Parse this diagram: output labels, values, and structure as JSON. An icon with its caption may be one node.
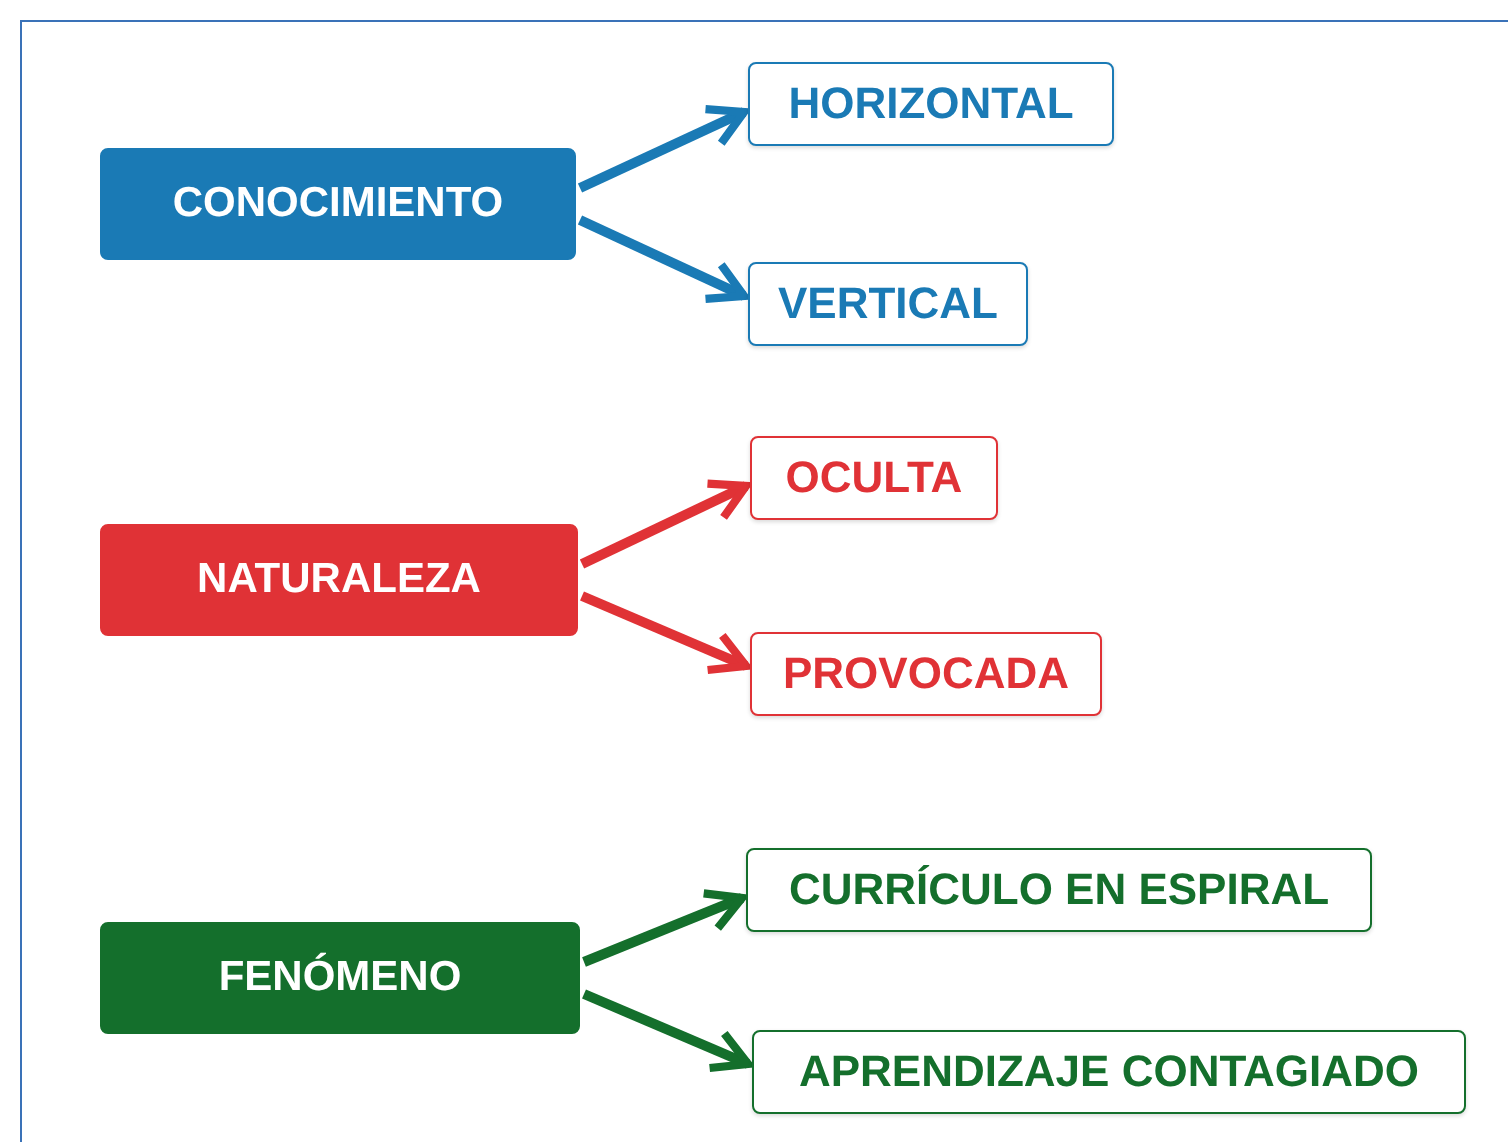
{
  "diagram": {
    "nodes": [
      {
        "text": [
          "CONOCIMIENTO"
        ]
      },
      {
        "text": [
          "HORIZONTAL"
        ]
      },
      {
        "text": [
          "VERTICAL"
        ]
      },
      {
        "text": [
          "NATURALEZA"
        ]
      },
      {
        "text": [
          "OCULTA"
        ]
      },
      {
        "text": [
          "PROVOCADA"
        ]
      },
      {
        "text": [
          "FENÓMENO"
        ]
      },
      {
        "text": [
          "CURRÍCULO EN ESPIRAL"
        ]
      },
      {
        "text": [
          "APRENDIZAJE CONTAGIADO"
        ]
      }
    ],
    "edges": [
      {
        "from": 0,
        "to": 1,
        "arrow": "to",
        "color": "#1a7ab5"
      },
      {
        "from": 0,
        "to": 2,
        "arrow": "to",
        "color": "#1a7ab5"
      },
      {
        "from": 3,
        "to": 4,
        "arrow": "to",
        "color": "#e03236"
      },
      {
        "from": 3,
        "to": 5,
        "arrow": "to",
        "color": "#e03236"
      },
      {
        "from": 6,
        "to": 7,
        "arrow": "to",
        "color": "#146f2c"
      },
      {
        "from": 6,
        "to": 8,
        "arrow": "to",
        "color": "#146f2c"
      }
    ]
  }
}
